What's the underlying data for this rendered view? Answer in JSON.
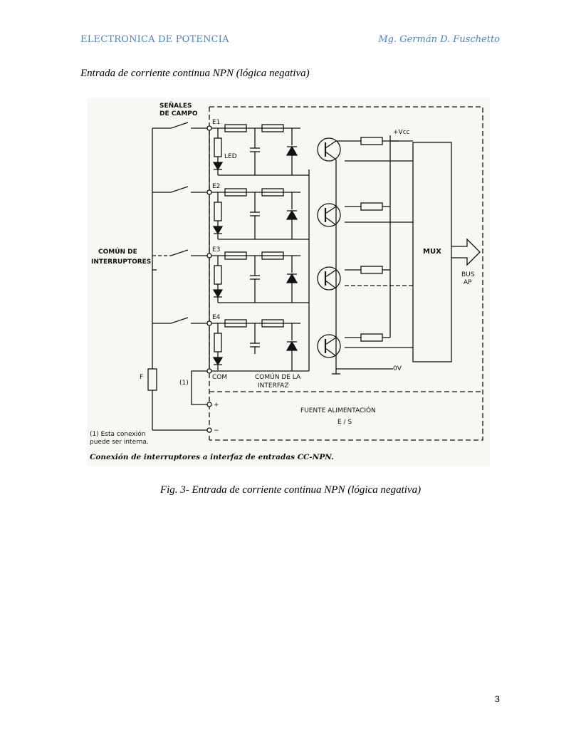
{
  "header": {
    "left": "ELECTRONICA DE POTENCIA",
    "right": "Mg. Germán D. Fuschetto"
  },
  "section_title": "Entrada de corriente continua NPN (lógica negativa)",
  "figure": {
    "labels": {
      "senales_1": "SEÑALES",
      "senales_2": "DE CAMPO",
      "comun_int_1": "COMÚN DE",
      "comun_int_2": "INTERRUPTORES",
      "e1": "E1",
      "e2": "E2",
      "e3": "E3",
      "e4": "E4",
      "led": "LED",
      "vcc": "+Vcc",
      "mux": "MUX",
      "bus_1": "BUS",
      "bus_2": "AP",
      "zero_v": "0V",
      "com": "COM",
      "comun_if_1": "COMÚN DE LA",
      "comun_if_2": "INTERFAZ",
      "f": "F",
      "note_num": "(1)",
      "plus": "+",
      "minus": "−",
      "fuente_1": "FUENTE ALIMENTACIÓN",
      "fuente_2": "E / S",
      "note_1": "(1) Esta conexión",
      "note_2": "puede ser interna.",
      "caption": "Conexión de interruptores a interfaz de entradas CC-NPN."
    }
  },
  "caption": "Fig. 3- Entrada de corriente continua NPN (lógica negativa)",
  "page_number": "3"
}
